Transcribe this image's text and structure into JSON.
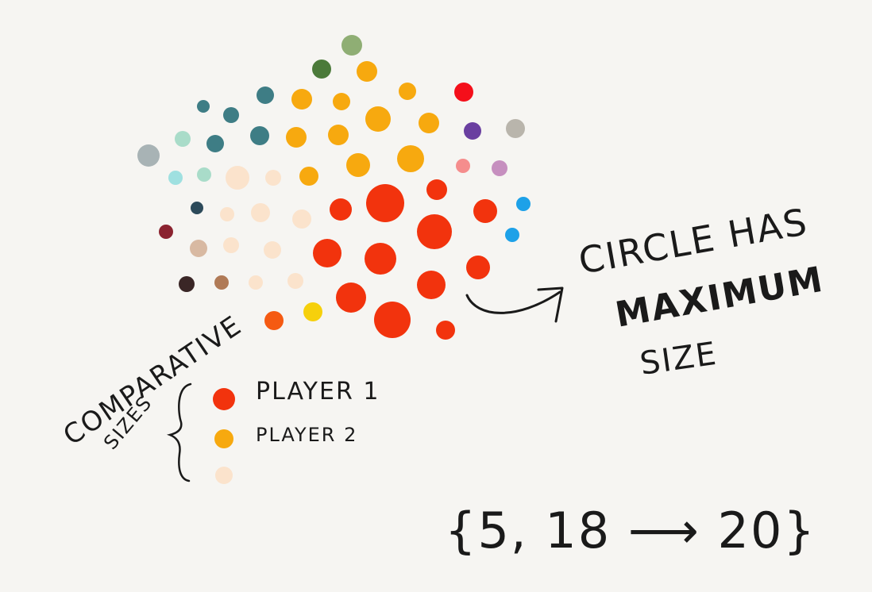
{
  "annotations": {
    "circle_note_line1": "CIRCLE HAS",
    "circle_note_line2": "MAXIMUM",
    "circle_note_line3": "SIZE",
    "comparative_line1": "COMPARATIVE",
    "comparative_line2": "SIZES",
    "range_note": "{5, 18 ⟶ 20}"
  },
  "legend": {
    "items": [
      {
        "label": "PLAYER 1",
        "color": "#f2330d"
      },
      {
        "label": "PLAYER 2",
        "color": "#f7a90f"
      },
      {
        "label": "",
        "color": "#fbe3cc"
      }
    ]
  },
  "colors": {
    "player1_red": "#f2330d",
    "player2_orange": "#f7a90f",
    "peach": "#fbe3cc",
    "teal": "#3e7d85",
    "mint": "#a9dcc9",
    "ink": "#1a1a1a"
  }
}
